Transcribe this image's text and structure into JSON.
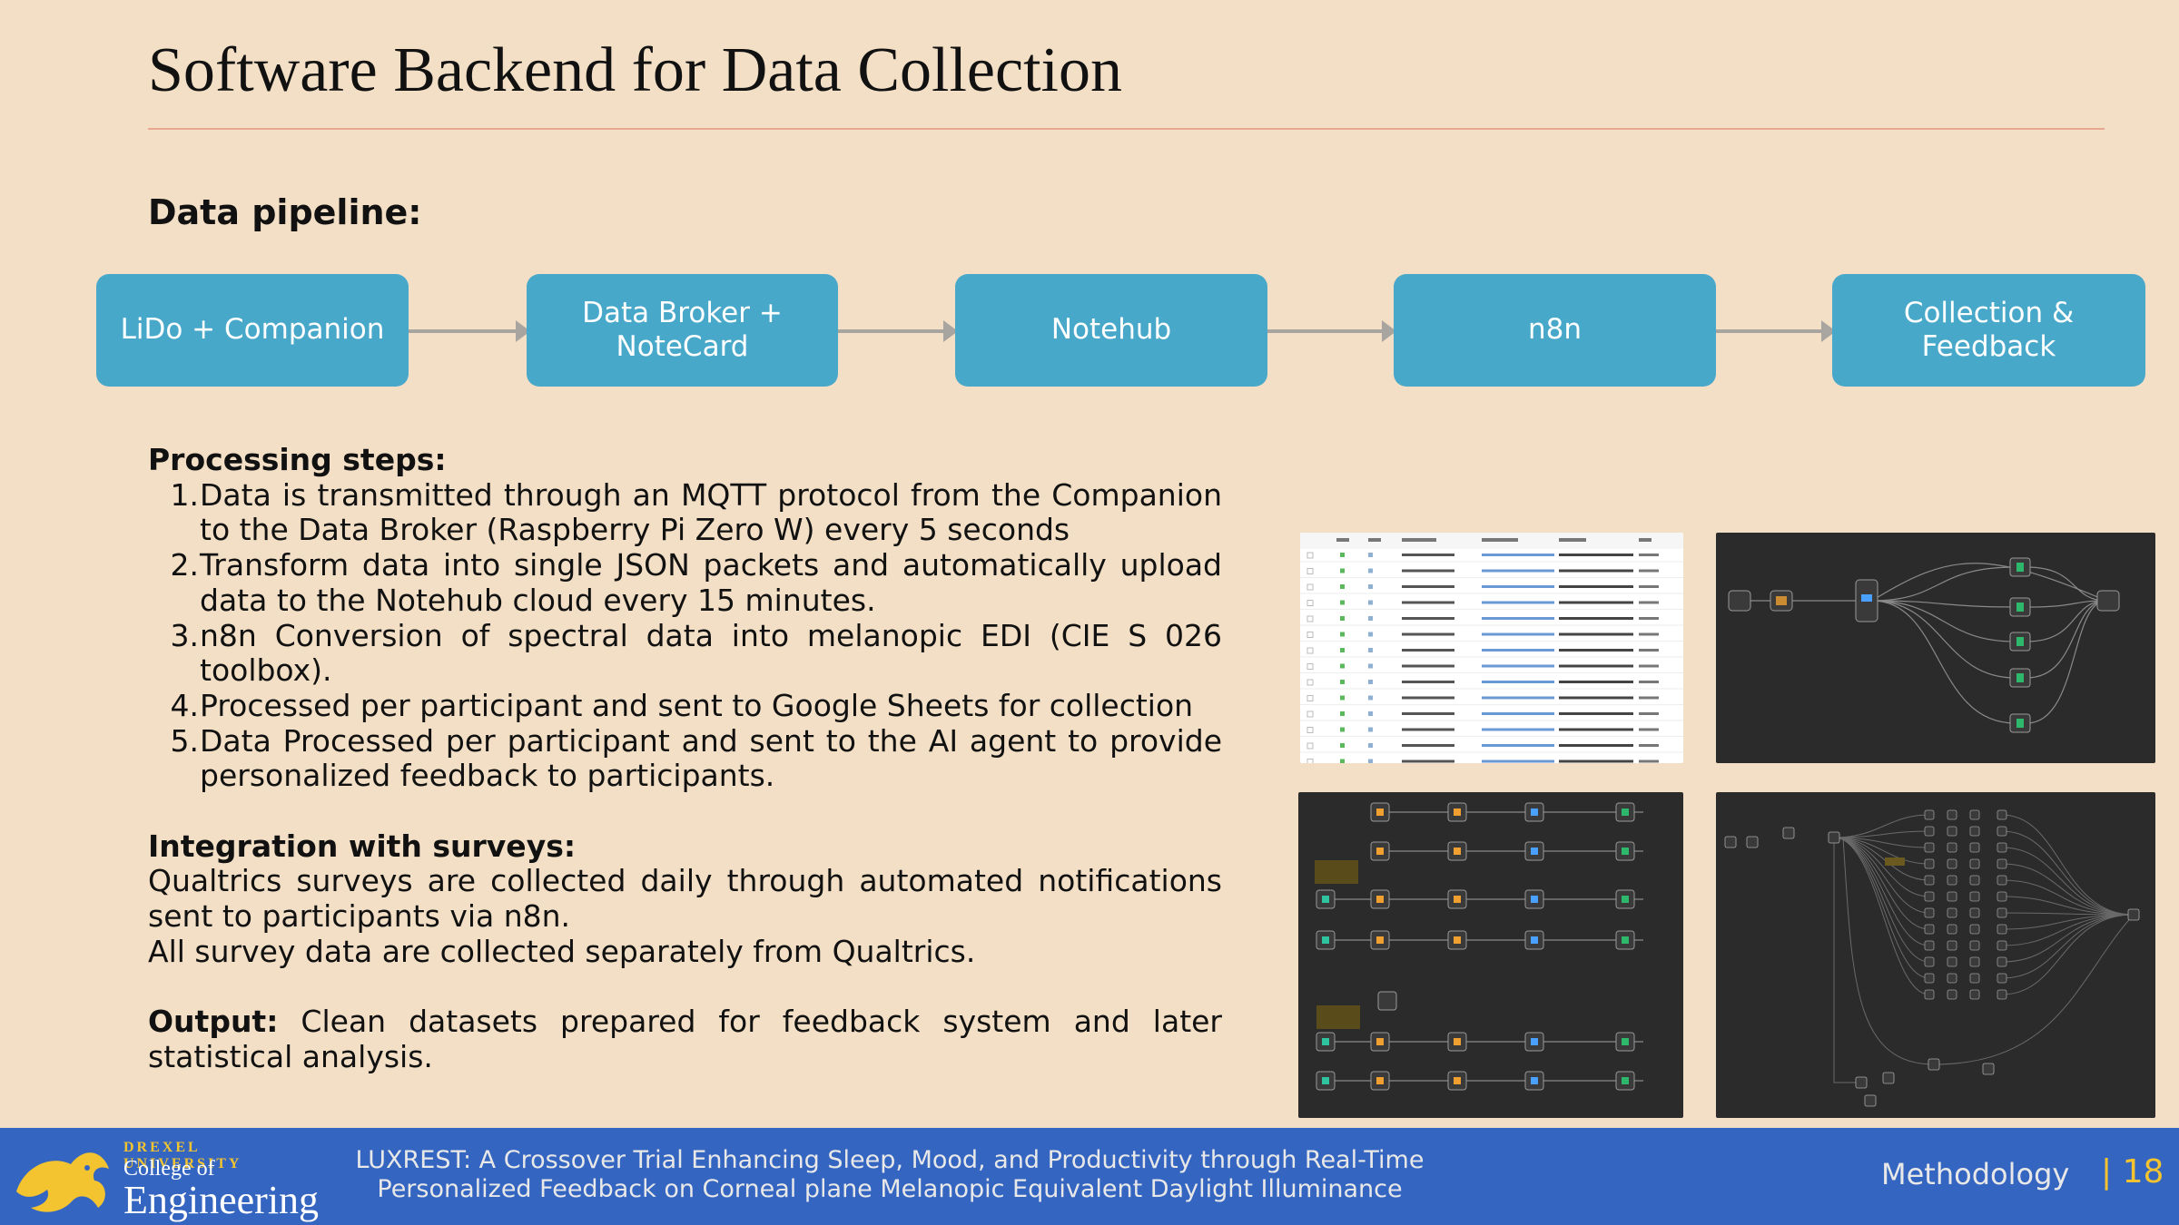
{
  "slide": {
    "title": "Software Backend for Data Collection",
    "pipeline_heading": "Data pipeline:"
  },
  "pipeline": [
    {
      "label": "LiDo + Companion"
    },
    {
      "label": "Data Broker + NoteCard"
    },
    {
      "label": "Notehub"
    },
    {
      "label": "n8n"
    },
    {
      "label": "Collection & Feedback"
    }
  ],
  "processing": {
    "heading": "Processing steps:",
    "steps": [
      {
        "num": "1.",
        "text": "Data is transmitted through an MQTT protocol from the Companion to the Data Broker (Raspberry Pi Zero W) every 5 seconds"
      },
      {
        "num": "2.",
        "text": "Transform data into single JSON packets and automatically upload data to the Notehub cloud every 15 minutes."
      },
      {
        "num": "3.",
        "text": "n8n Conversion of spectral data into melanopic EDI (CIE S 026 toolbox)."
      },
      {
        "num": "4.",
        "text": "Processed per participant and sent to Google Sheets for collection"
      },
      {
        "num": "5.",
        "text": "Data Processed per participant and sent to the AI agent to provide personalized feedback to participants."
      }
    ]
  },
  "surveys": {
    "heading": "Integration with surveys:",
    "line1": "Qualtrics surveys are collected daily through automated notifications sent to participants via n8n.",
    "line2": "All survey data are collected separately from Qualtrics."
  },
  "output": {
    "label": "Output:",
    "text": " Clean datasets prepared for feedback system and later statistical analysis."
  },
  "footer": {
    "university": "DREXEL UNIVERSITY",
    "college": "College of",
    "school": "Engineering",
    "title_line1": "LUXREST: A Crossover Trial Enhancing Sleep, Mood, and Productivity through Real-Time",
    "title_line2": "Personalized Feedback on Corneal plane Melanopic Equivalent Daylight Illuminance",
    "section": "Methodology",
    "page": "| 18"
  },
  "colors": {
    "background": "#f2dfc5",
    "pipeline_box": "#48a8c9",
    "footer": "#3465c0",
    "accent": "#f4c430"
  }
}
